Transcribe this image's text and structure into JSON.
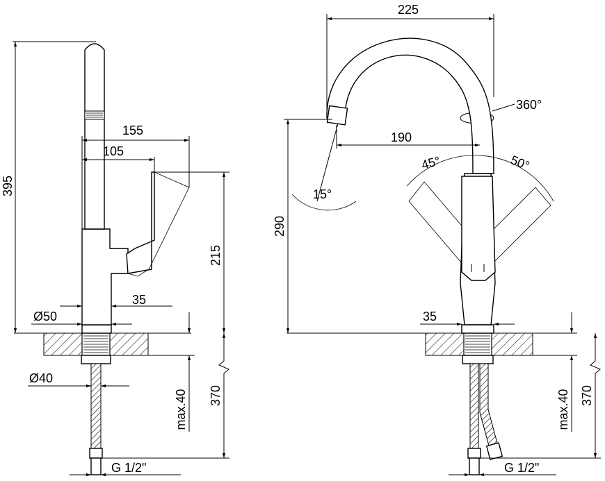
{
  "side_view": {
    "dim_height": "395",
    "dim_reach_outer": "155",
    "dim_reach_inner": "105",
    "dim_handle_height": "215",
    "dim_handle_offset": "35",
    "dim_base_diameter": "Ø50",
    "dim_hole_diameter": "Ø40",
    "dim_max_thickness": "max.40",
    "dim_hose_length": "370",
    "dim_thread": "G 1/2\""
  },
  "front_view": {
    "dim_spout_span": "225",
    "dim_rotation": "360°",
    "dim_spout_reach": "190",
    "dim_angle_left": "45°",
    "dim_angle_right": "50°",
    "dim_spout_angle": "15°",
    "dim_spout_height": "290",
    "dim_base_offset": "35",
    "dim_max_thickness": "max.40",
    "dim_hose_length": "370",
    "dim_thread": "G 1/2\""
  }
}
